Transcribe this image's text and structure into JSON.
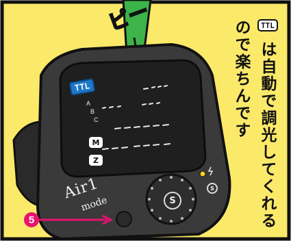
{
  "caption": {
    "icon_text": "TTL",
    "line1": "は自動で調光してくれる",
    "line2": "ので楽ちんです"
  },
  "sound_effect": "ピー",
  "device": {
    "screen_mode_label": "TTL",
    "group_labels": [
      "A",
      "B",
      "C"
    ],
    "mode_keys": [
      "M",
      "Z"
    ],
    "brand_text": "Air1",
    "mode_text": "mode",
    "dial_letter": "S",
    "small_button_letter": "S"
  },
  "annotation": {
    "number": "5"
  },
  "colors": {
    "background": "#fbe96a",
    "device_body": "#3a3a3a",
    "screen": "#1f1f1f",
    "ttl_blue": "#1e78c8",
    "antenna": "#3cb44a",
    "annotation": "#e8126f",
    "led": "#f4d422"
  }
}
